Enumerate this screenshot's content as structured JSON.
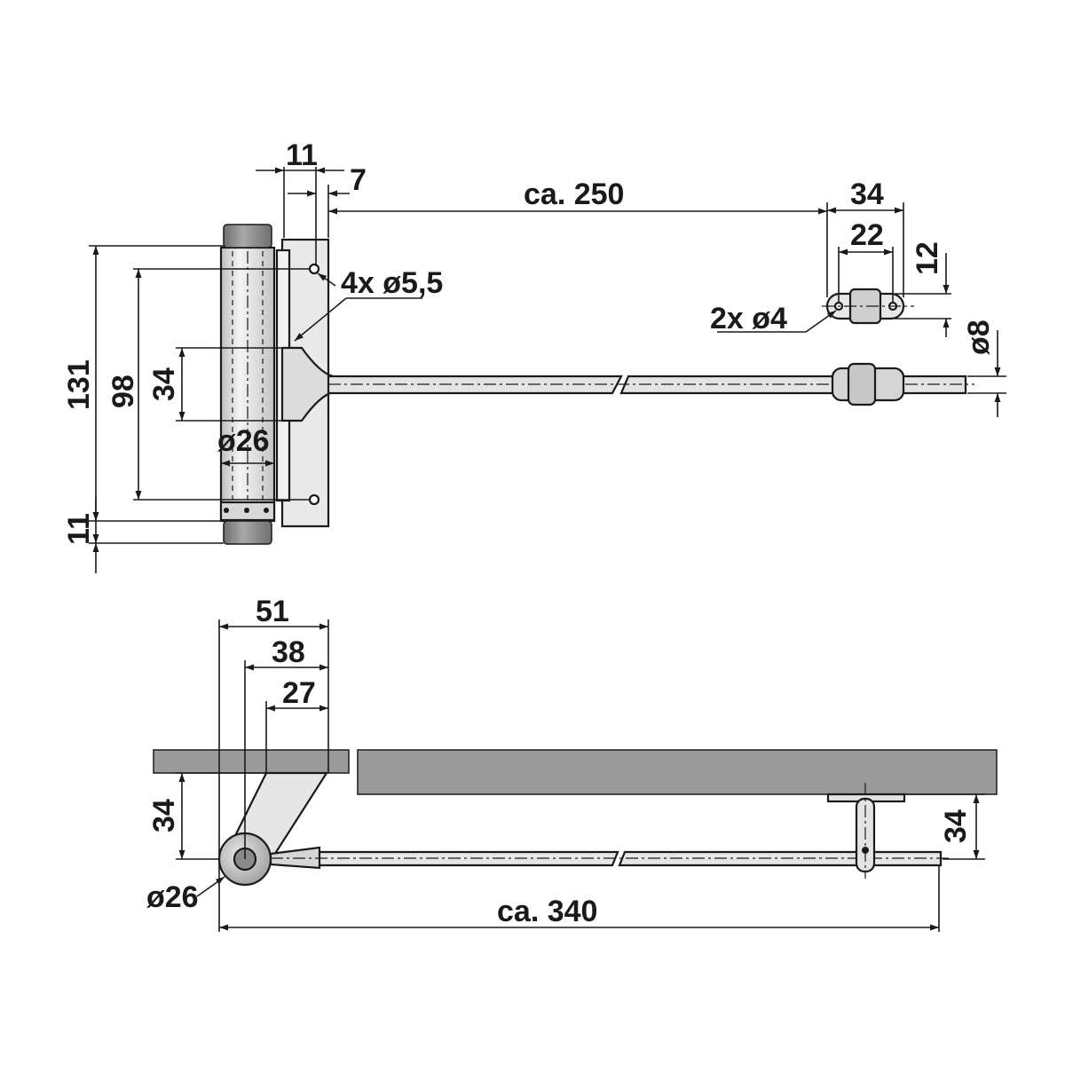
{
  "labels": {
    "d11_top": "11",
    "d7_top": "7",
    "d250": "ca. 250",
    "d34_top": "34",
    "d22": "22",
    "d12": "12",
    "holes_4x": "4x ø5,5",
    "holes_2x": "2x ø4",
    "d8": "ø8",
    "d131": "131",
    "d98": "98",
    "d34_left": "34",
    "d26_top": "ø26",
    "d11_left": "11",
    "d51": "51",
    "d38": "38",
    "d27": "27",
    "d34_bottom_left": "34",
    "d34_bottom_right": "34",
    "d26_bottom": "ø26",
    "d340": "ca. 340"
  },
  "colors": {
    "line": "#1a1a1a",
    "metal_light": "#e6e6e6",
    "metal_mid": "#c9c9c9",
    "cap": "#8d8d8d",
    "door": "#9a9a9a"
  }
}
